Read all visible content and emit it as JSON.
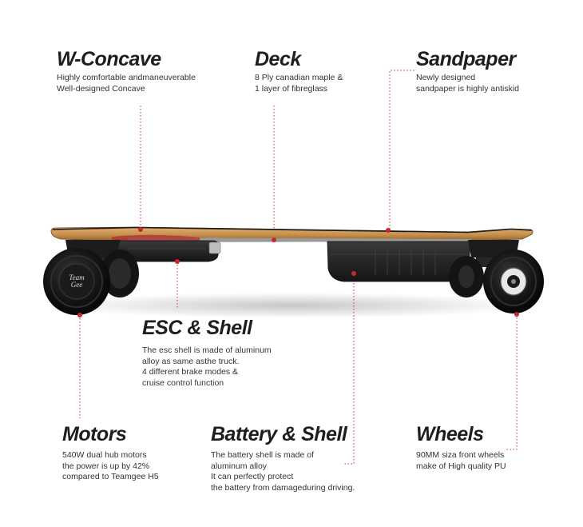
{
  "features": {
    "wconcave": {
      "title": "W-Concave",
      "lines": [
        "Highly comfortable andmaneuverable",
        "Well-designed Concave"
      ]
    },
    "deck": {
      "title": "Deck",
      "lines": [
        "8 Ply canadian maple &",
        "1 layer of fibreglass"
      ]
    },
    "sandpaper": {
      "title": "Sandpaper",
      "lines": [
        "Newly designed",
        "sandpaper is highly antiskid"
      ]
    },
    "esc": {
      "title": "ESC & Shell",
      "lines": [
        "The esc shell is made of aluminum",
        "alloy as same asthe truck.",
        "4 different brake modes &",
        "cruise control function"
      ]
    },
    "motors": {
      "title": "Motors",
      "lines": [
        "540W dual hub motors",
        "the power is up by 42%",
        "compared to Teamgee H5"
      ]
    },
    "battery": {
      "title": "Battery & Shell",
      "lines": [
        "The battery shell is made of",
        "aluminum alloy",
        "It can perfectly protect",
        "the battery from damageduring driving."
      ]
    },
    "wheels": {
      "title": "Wheels",
      "lines": [
        "90MM siza front wheels",
        "make of High quality PU"
      ]
    }
  },
  "colors": {
    "accent": "#c8272d",
    "deck_wood": "#c9955a",
    "body_dark": "#222222",
    "wheel": "#111111"
  },
  "icons": {
    "leader_dot": "red-dot-marker",
    "hub_logo": "teamgee-logo-mark"
  }
}
